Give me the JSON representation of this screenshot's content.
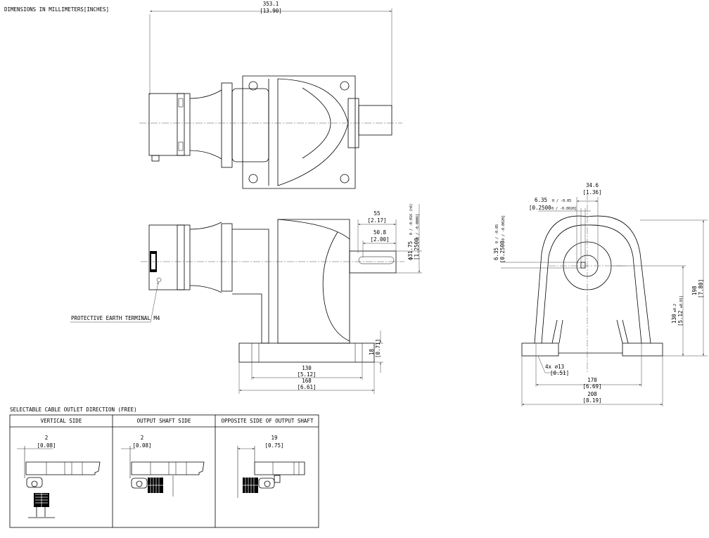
{
  "header": {
    "title": "DIMENSIONS IN MILLIMETERS[INCHES]"
  },
  "top_view": {
    "overall_length": "353.1",
    "overall_length_in": "[13.90]"
  },
  "front_view": {
    "shaft_len": "55",
    "shaft_len_in": "[2.17]",
    "key_len": "50.8",
    "key_len_in": "[2.00]",
    "shaft_dia": "ϕ31.75",
    "shaft_dia_tol": "0 / -0.016 (h6)",
    "shaft_dia_in": "[1.2500",
    "shaft_dia_in_tol": "0 / -0.0006]",
    "base_thk": "18",
    "base_thk_in": "[0.71]",
    "foot_pitch": "130",
    "foot_pitch_in": "[5.12]",
    "base_len": "168",
    "base_len_in": "[6.61]",
    "earth_label": "PROTECTIVE EARTH TERMINAL M4"
  },
  "side_view": {
    "key_pos": "34.6",
    "key_pos_in": "[1.36]",
    "key_width": "6.35",
    "key_width_tol": "0 / -0.05",
    "key_width_in": "[0.2500",
    "key_width_in_tol": "0 / -0.0020]",
    "key_height": "6.35",
    "key_height_tol": "0 / -0.05",
    "key_height_in": "[0.2500",
    "key_height_in_tol": "0 / -0.0020]",
    "center_height": "130",
    "center_height_tol": "±0.2",
    "center_height_in": "[5.12",
    "center_height_in_tol": "±0.01]",
    "total_height": "198",
    "total_height_in": "[7.80]",
    "holes": "4x ⌀13",
    "holes_in": "[0.51]",
    "hole_pitch": "170",
    "hole_pitch_in": "[6.69]",
    "base_width": "208",
    "base_width_in": "[8.19]"
  },
  "cable_table": {
    "title": "SELECTABLE CABLE OUTLET DIRECTION (FREE)",
    "columns": [
      {
        "header": "VERTICAL SIDE",
        "dim": "2",
        "dim_in": "[0.08]"
      },
      {
        "header": "OUTPUT SHAFT SIDE",
        "dim": "2",
        "dim_in": "[0.08]"
      },
      {
        "header": "OPPOSITE SIDE OF OUTPUT SHAFT",
        "dim": "19",
        "dim_in": "[0.75]"
      }
    ]
  }
}
